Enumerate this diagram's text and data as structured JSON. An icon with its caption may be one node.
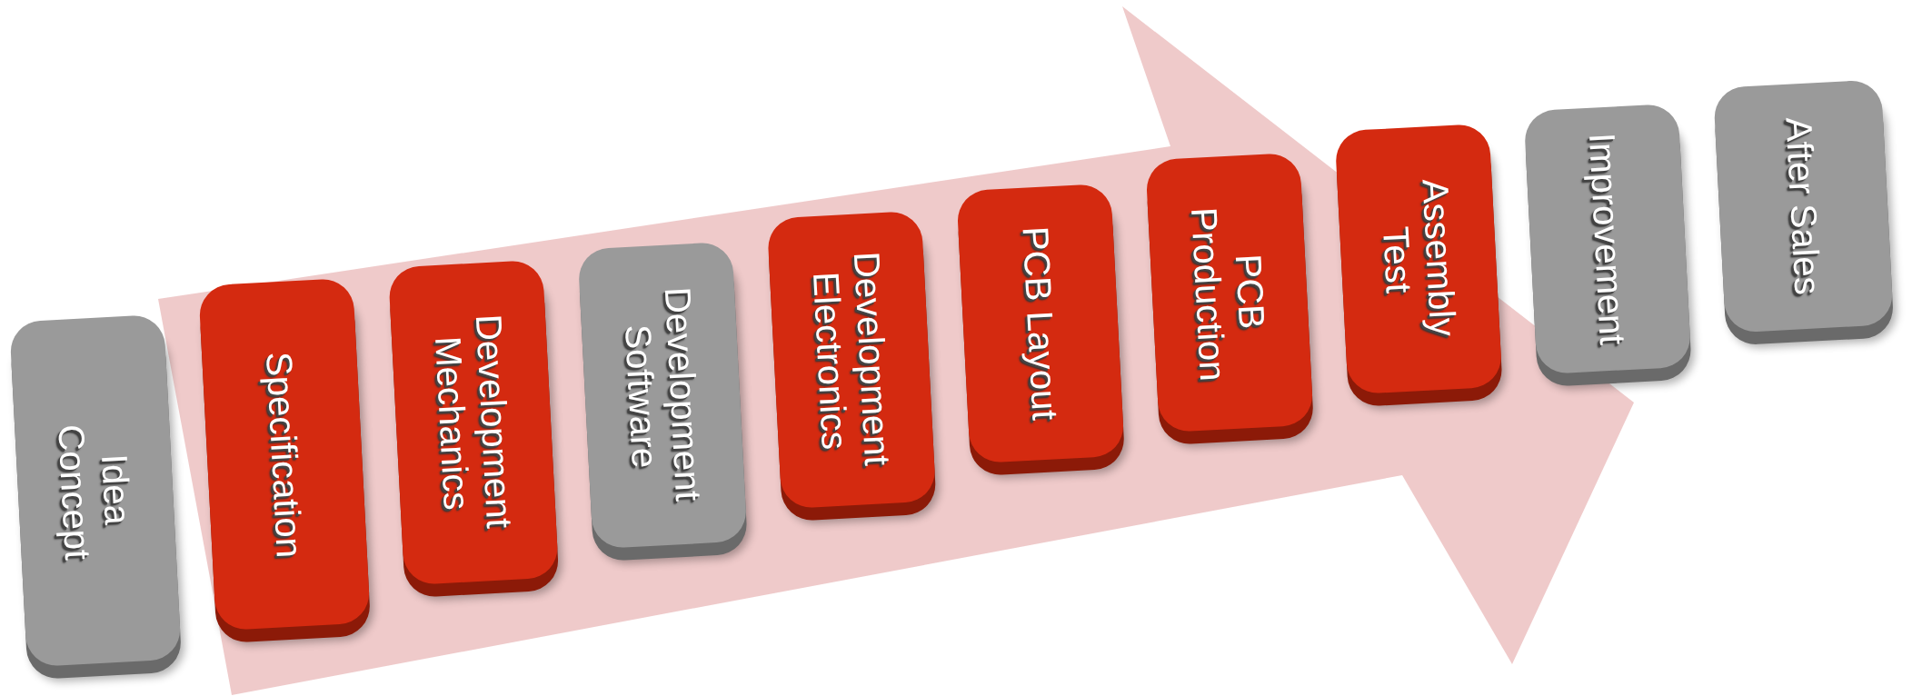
{
  "diagram": {
    "nodes": [
      {
        "text": [
          "Idea Concept"
        ]
      },
      {
        "text": [
          "Specification"
        ]
      },
      {
        "text": [
          "Development Mechanics"
        ]
      },
      {
        "text": [
          "Development Software"
        ]
      },
      {
        "text": [
          "Development Electronics"
        ]
      },
      {
        "text": [
          "PCB Layout"
        ]
      },
      {
        "text": [
          "PCB Production"
        ]
      },
      {
        "text": [
          "Assembly Test"
        ]
      },
      {
        "text": [
          "Improvement"
        ]
      },
      {
        "text": [
          "After Sales"
        ]
      }
    ],
    "edges": [
      {
        "from": 0,
        "to": 8,
        "arrow": "to"
      }
    ]
  }
}
